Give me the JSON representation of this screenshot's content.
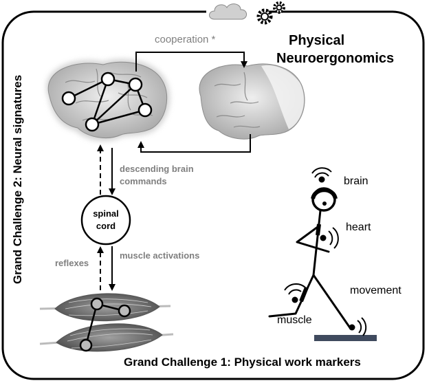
{
  "title": {
    "line1": "Physical",
    "line2": "Neuroergonomics"
  },
  "cooperation_label": "cooperation *",
  "descending": {
    "line1": "descending brain",
    "line2": "commands"
  },
  "spinal_cord": {
    "line1": "spinal",
    "line2": "cord"
  },
  "muscle_activations_label": "muscle activations",
  "reflexes_label": "reflexes",
  "markers": {
    "brain": "brain",
    "heart": "heart",
    "movement": "movement",
    "muscle": "muscle"
  },
  "grand_challenge_1": "Grand Challenge 1: Physical work markers",
  "grand_challenge_2": "Grand Challenge 2: Neural signatures",
  "icons": [
    "cloud-icon",
    "gear-icon",
    "brain-icon",
    "muscle-icon",
    "stick-figure-icon",
    "sensor-icon"
  ]
}
